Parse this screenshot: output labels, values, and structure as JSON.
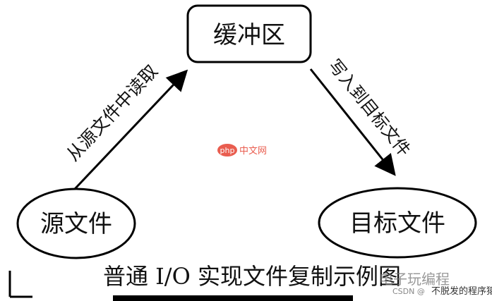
{
  "nodes": {
    "buffer": {
      "label": "缓冲区"
    },
    "source": {
      "label": "源文件"
    },
    "target": {
      "label": "目标文件"
    }
  },
  "edges": {
    "read": {
      "label": "从源文件中读取"
    },
    "write": {
      "label": "写入到目标文件"
    }
  },
  "caption": "普通 I/O 实现文件复制示例图",
  "watermarks": {
    "php_logo": "php",
    "php_site": "中文网",
    "author_line": "电子玩编程",
    "csdn_prefix": "CSDN @",
    "csdn_name": "不脱发的程序猿"
  }
}
